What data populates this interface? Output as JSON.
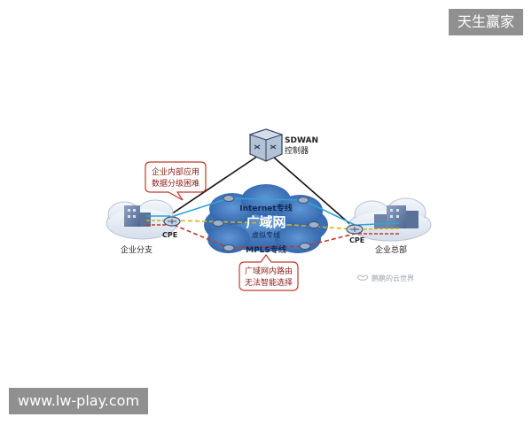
{
  "watermarks": {
    "top_right": "天生赢家",
    "bottom_left": "www.lw-play.com"
  },
  "diagram": {
    "controller": {
      "name": "SDWAN",
      "sub": "控制器"
    },
    "wan": {
      "title": "广域网",
      "line1": "Internet专线",
      "line2": "虚拟专线",
      "line3": "MPLS专线"
    },
    "left_site": {
      "device": "CPE",
      "name": "企业分支"
    },
    "right_site": {
      "device": "CPE",
      "name": "企业总部"
    },
    "callout_left": {
      "line1": "企业内部应用",
      "line2": "数据分级困难"
    },
    "callout_bottom": {
      "line1": "广域网内路由",
      "line2": "无法智能选择"
    },
    "source_watermark": "鹏鹏的云世界",
    "colors": {
      "cloud_blue": "#4a82c4",
      "callout_border": "#c0392b",
      "callout_text": "#8b1a1a",
      "internet_line": "#2ea3d9",
      "vpn_line": "#d4b21c",
      "mpls_line": "#c0392b",
      "controller_link": "#111111"
    }
  }
}
